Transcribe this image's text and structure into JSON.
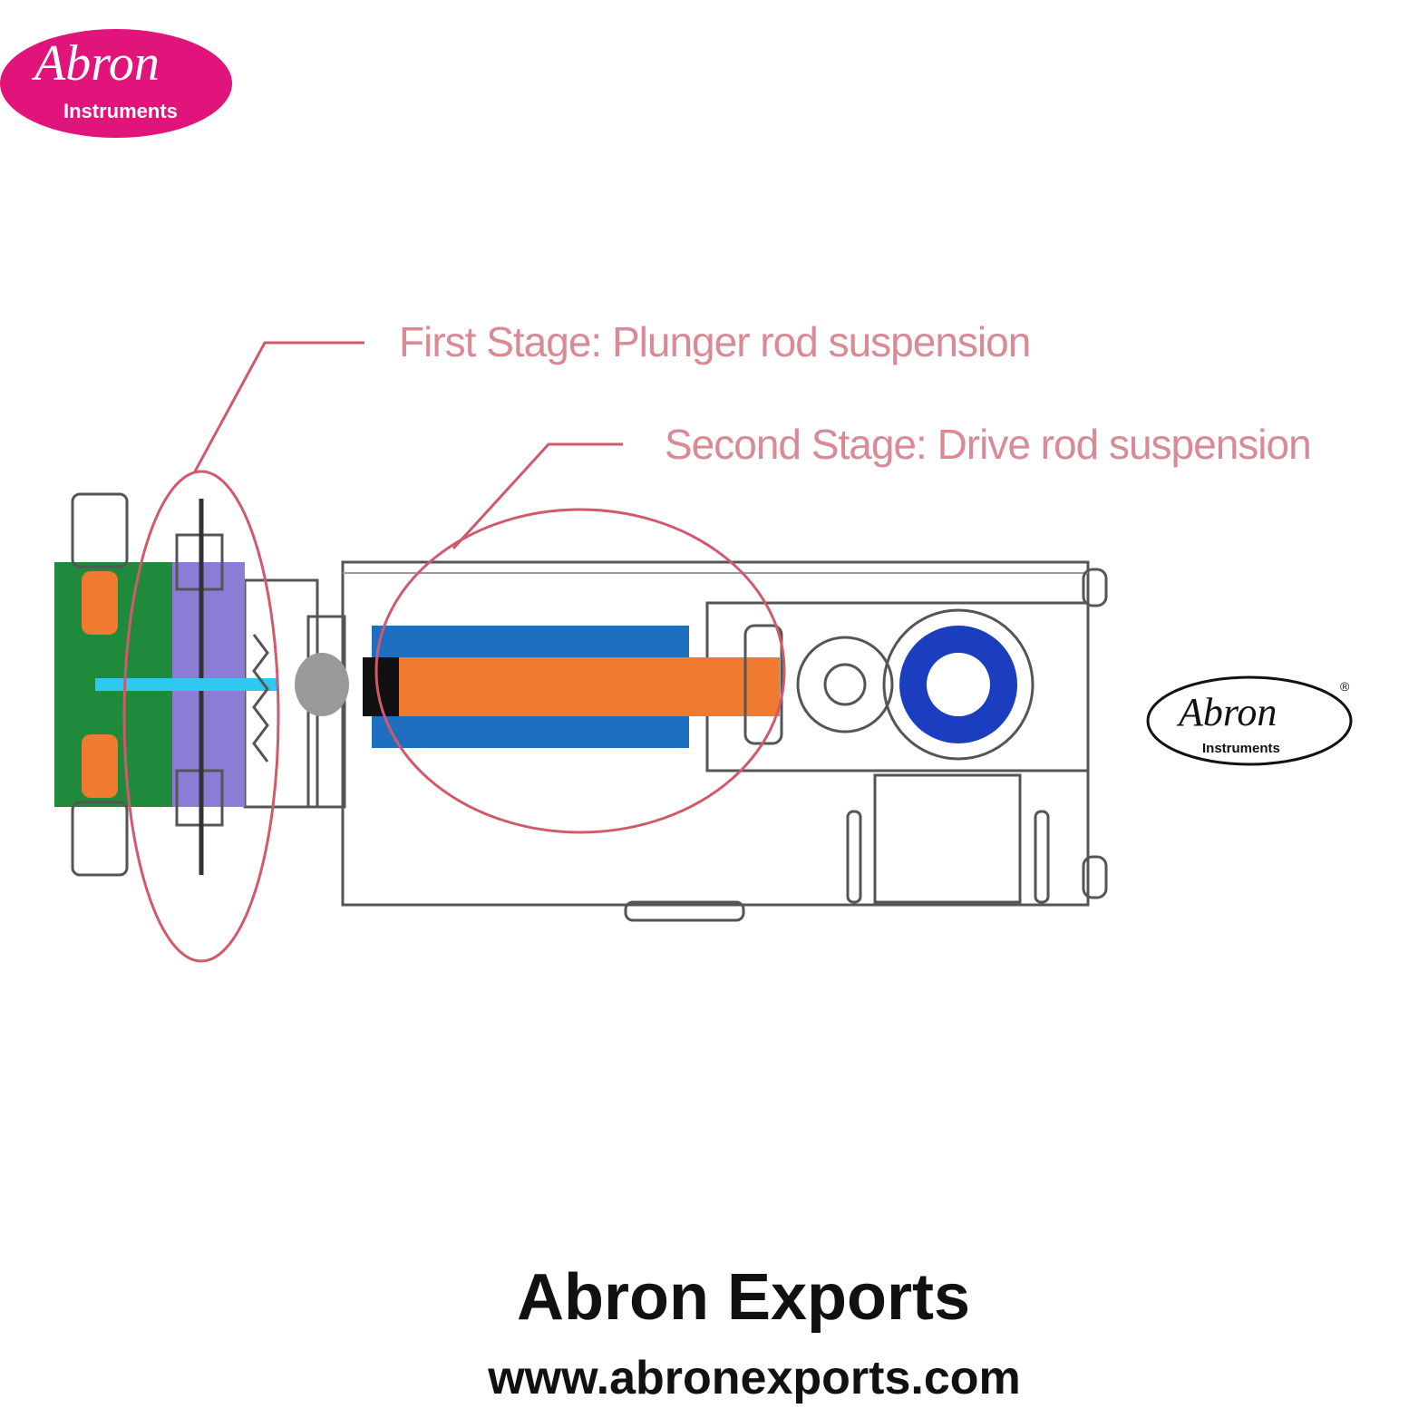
{
  "logo_top": {
    "brand": "Abron",
    "sub": "Instruments",
    "color": "#e0147a"
  },
  "logo_right": {
    "brand": "Abron",
    "sub": "Instruments",
    "mark": "®"
  },
  "diagram": {
    "label_first": "First Stage: Plunger rod suspension",
    "label_second": "Second Stage: Drive rod suspension",
    "annotation_color": "#d0596b"
  },
  "footer": {
    "title": "Abron Exports",
    "url": "www.abronexports.com"
  }
}
